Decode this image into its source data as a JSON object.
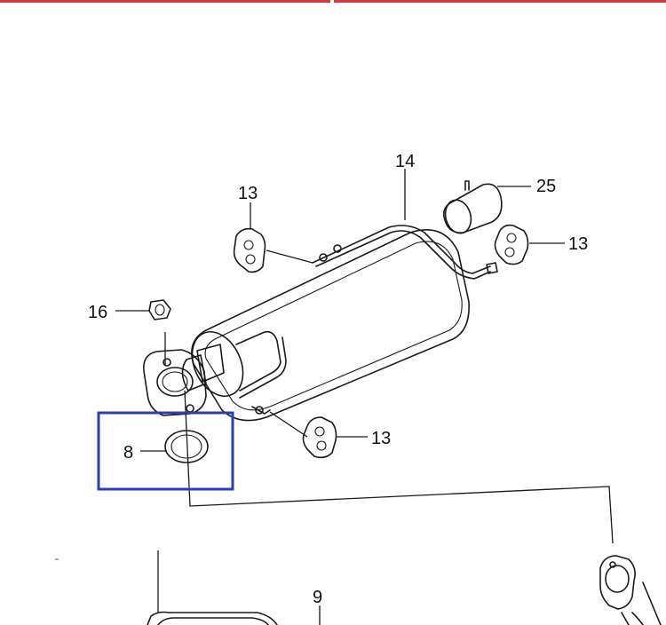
{
  "callouts": {
    "c14": "14",
    "c25": "25",
    "c13_top": "13",
    "c13_right": "13",
    "c13_bottom": "13",
    "c16": "16",
    "c8": "8",
    "c9": "9"
  },
  "colors": {
    "top_rule": "#d9363e",
    "highlight_box": "#2e3db0",
    "line": "#1a1a1a"
  }
}
